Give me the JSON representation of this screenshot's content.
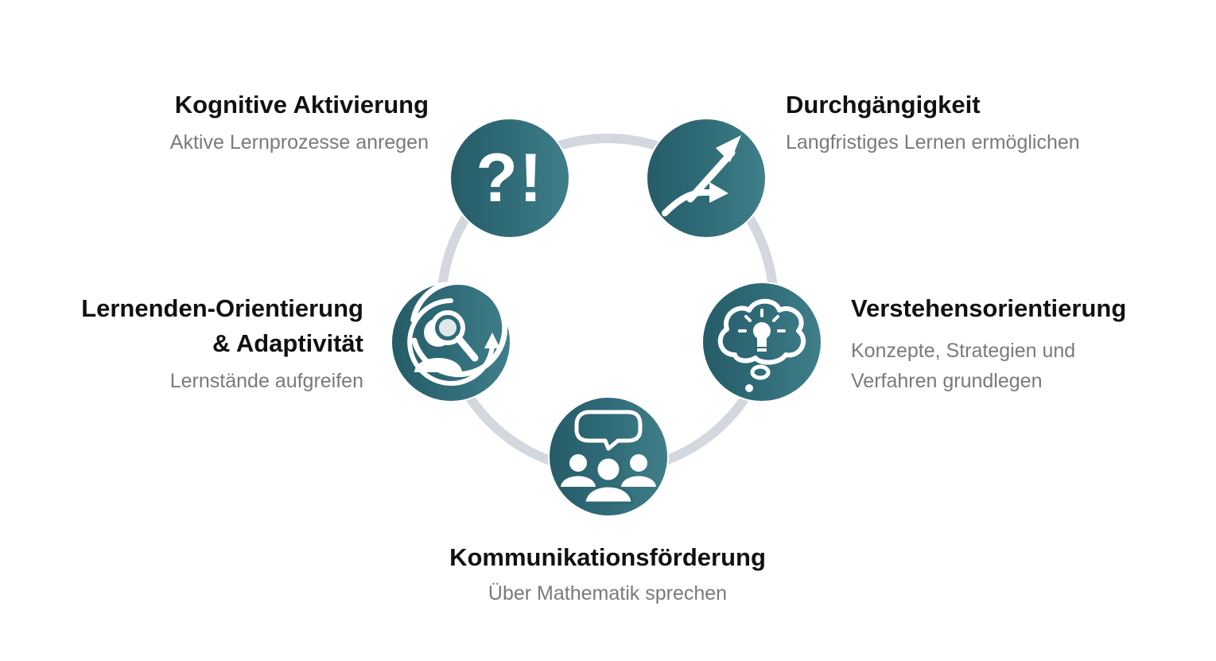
{
  "diagram": {
    "ring_color": "#d3d7de",
    "node_color": "#2e6a76",
    "nodes": [
      {
        "id": "kognitive",
        "title": "Kognitive Aktivierung",
        "subtitle": "Aktive Lernprozesse anregen",
        "icon_text": "?!",
        "icon": "question-exclamation-icon"
      },
      {
        "id": "durch",
        "title": "Durchgängigkeit",
        "subtitle": "Langfristiges Lernen ermöglichen",
        "icon": "rising-arrows-icon"
      },
      {
        "id": "verstehen",
        "title": "Verstehensorientierung",
        "subtitle_line1": "Konzepte, Strategien und",
        "subtitle_line2": "Verfahren grundlegen",
        "icon": "thought-bubble-lightbulb-icon"
      },
      {
        "id": "kommunikation",
        "title": "Kommunikationsförderung",
        "subtitle": "Über Mathematik sprechen",
        "icon": "group-speech-bubble-icon"
      },
      {
        "id": "lernenden",
        "title_line1": "Lernenden-Orientierung",
        "title_line2": "& Adaptivität",
        "subtitle": "Lernstände aufgreifen",
        "icon": "person-magnifier-cycle-icon"
      }
    ]
  }
}
